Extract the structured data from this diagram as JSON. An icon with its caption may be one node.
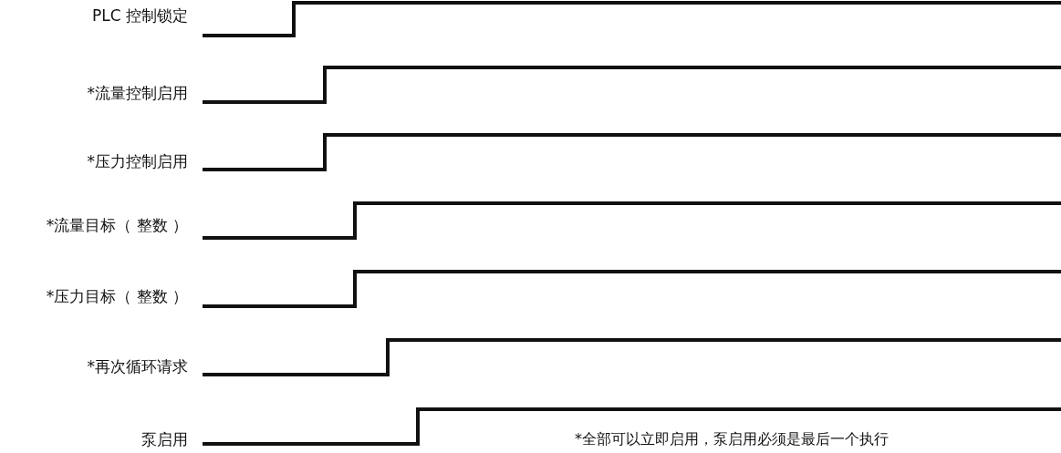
{
  "diagram": {
    "labels": [
      "PLC 控制锁定",
      "*流量控制启用",
      "*压力控制启用",
      "*流量目标（ 整数 ）",
      "*压力目标（ 整数 ）",
      "*再次循环请求",
      "泵启用",
      "*全部可以立即启用，泵启用必须是最后一个执行"
    ]
  }
}
